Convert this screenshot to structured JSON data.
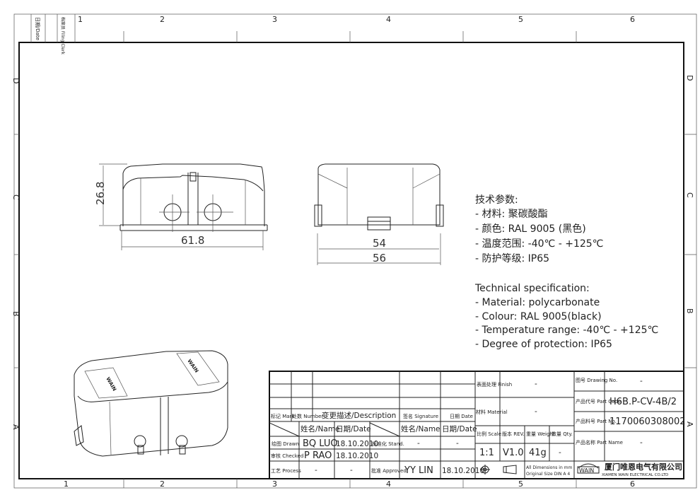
{
  "filing": {
    "date_label": "日期/Date",
    "filing_clerk_label": "档案员 Filing Clerk"
  },
  "zones": {
    "columns": [
      "1",
      "2",
      "3",
      "4",
      "5",
      "6"
    ],
    "rows": [
      "D",
      "C",
      "B",
      "A"
    ]
  },
  "views": {
    "front_height": "26.8",
    "front_width": "61.8",
    "side_inner_width": "54",
    "side_outer_width": "56",
    "logo_text": "WAIN"
  },
  "spec_cn": {
    "title": "技术参数:",
    "lines": [
      "- 材料: 聚碳酸酯",
      "- 颜色: RAL 9005 (黑色)",
      "- 温度范围: -40℃  -  +125℃",
      "- 防护等级: IP65"
    ]
  },
  "spec_en": {
    "title": "Technical specification:",
    "lines": [
      "- Material: polycarbonate",
      "- Colour: RAL 9005(black)",
      "- Temperature range: -40℃  -  +125℃",
      "- Degree of protection: IP65"
    ]
  },
  "title_block": {
    "mark": "标记 Mark",
    "number": "处数 Number",
    "description": "变更描述/Description",
    "signature": "签名 Signature",
    "date": "日期 Date",
    "name_hdr": "姓名/Name",
    "date_hdr": "日期/Date",
    "drawn": "绘图 Drawn",
    "drawn_name": "BQ  LUO",
    "drawn_date": "18.10.2010",
    "stand": "标准化 Stand.",
    "stand_name": "-",
    "stand_date": "-",
    "checked": "审核 Checked",
    "checked_name": "P  RAO",
    "checked_date": "18.10.2010",
    "process": "工艺 Process",
    "process_name": "-",
    "process_date": "-",
    "approved": "批准 Approved",
    "approved_name": "YY  LIN",
    "approved_date": "18.10.2010",
    "finish": "表面处理 Finish",
    "finish_value": "-",
    "material": "材料 Material",
    "material_value": "-",
    "scale": "比例 Scale",
    "scale_value": "1:1",
    "rev": "版本 REV.",
    "rev_value": "V1.0",
    "weight": "重量 Weight",
    "weight_value": "41g",
    "qty": "数量 Qty.",
    "qty_value": "-",
    "dims_note_1": "All Dimensions in mm",
    "dims_note_2": "Original Size DIN A 4",
    "drawing_no": "图号 Drawing No.",
    "drawing_no_value": "-",
    "part_code": "产品代号 Part Code",
    "part_code_value": "H6B.P-CV-4B/2",
    "part_no": "产品料号 Part No.",
    "part_no_value": "1170060308002",
    "part_name": "产品名称 Part Name",
    "part_name_value": "-",
    "company_cn": "厦门唯恩电气有限公司",
    "company_en": "XIAMEN WAIN ELECTRICAL CO.LTD",
    "logo": "WAIN"
  }
}
